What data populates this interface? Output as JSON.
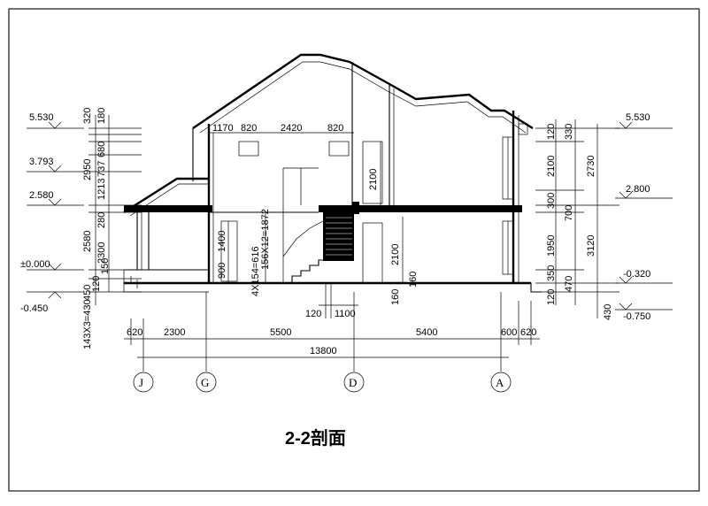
{
  "title": "2-2剖面",
  "axes": [
    "J",
    "G",
    "D",
    "A"
  ],
  "bottom_dims_row1": [
    "620",
    "2300",
    "5500",
    "5400",
    "600",
    "620"
  ],
  "bottom_dims_total": "13800",
  "small_dims": [
    "120",
    "1100",
    "160"
  ],
  "left_levels": [
    "5.530",
    "3.793",
    "2.580",
    "±0.000",
    "-0.450"
  ],
  "right_levels": [
    "5.530",
    "2.800",
    "-0.320",
    "-0.750"
  ],
  "left_dims_col1": [
    "320",
    "2950",
    "2580",
    "450",
    "143X3=430"
  ],
  "left_dims_col2": [
    "180",
    "680",
    "737",
    "1213",
    "280",
    "2300",
    "120",
    "150"
  ],
  "right_dims_col1": [
    "120",
    "2100",
    "300",
    "1950",
    "350",
    "120"
  ],
  "right_dims_col2": [
    "330",
    "700",
    "470"
  ],
  "right_dims_col3": [
    "2730",
    "3120",
    "430"
  ],
  "top_dims": [
    "1170",
    "820",
    "2420",
    "820"
  ],
  "stair_labels": [
    "1400",
    "900",
    "4X154=616",
    "156X12=1872"
  ],
  "inner_dims": [
    "2100",
    "2100",
    "160"
  ]
}
